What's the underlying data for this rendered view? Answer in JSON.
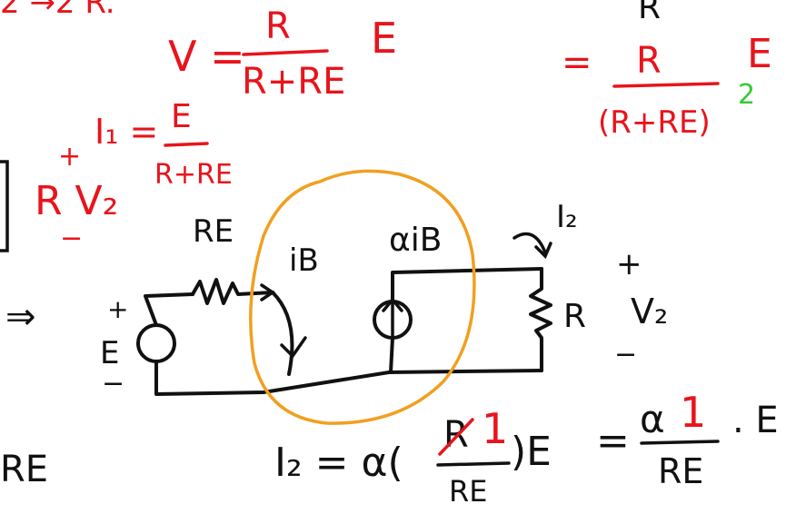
{
  "colors": {
    "ink_red": "#e8141c",
    "ink_black": "#111111",
    "ink_green": "#33cc33",
    "highlight_orange": "#f0a020"
  },
  "top_left": {
    "fragment": "2 →2 R.",
    "voltage_lhs": "V =",
    "voltage_num": "R",
    "voltage_den": "R+RE",
    "voltage_factor": "E"
  },
  "top_right": {
    "r_top": "R",
    "equals": "=",
    "num": "R",
    "den": "(R+RE)",
    "squared": "2",
    "factor": "E"
  },
  "current_eq": {
    "lhs": "I₁ =",
    "num": "E",
    "den": "R+RE"
  },
  "left_fragment": {
    "plus": "+",
    "text": "R V₂",
    "minus": "−"
  },
  "circuit": {
    "re_label": "RE",
    "source_plus": "+",
    "source_label": "E",
    "source_minus": "−",
    "ib_label": "iB",
    "dependent_label": "αiB",
    "i2_label": "I₂",
    "r_label": "R",
    "v2_plus": "+",
    "v2_label": "V₂",
    "v2_minus": "−",
    "implies": "⇒"
  },
  "bottom": {
    "left_fragment": "RE",
    "lhs": "I₂ = α(",
    "crossed": "R",
    "replacement": "1",
    "den": "RE",
    "close": ")E",
    "equals": "=",
    "alpha": "α",
    "num2": "1",
    "den2": "RE",
    "tail": ". E"
  }
}
